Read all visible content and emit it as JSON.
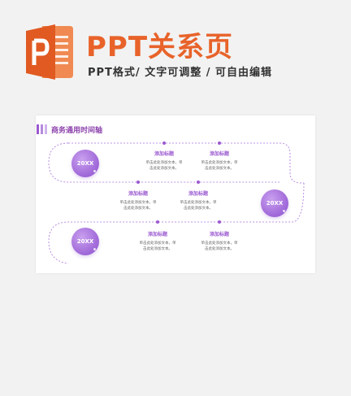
{
  "header": {
    "title": "PPT关系页",
    "subtitle": "PPT格式/ 文字可调整 / 可自由编辑",
    "logo_icon": "powerpoint-logo-icon",
    "colors": {
      "brand": "#e8632a",
      "subtitle": "#333333"
    }
  },
  "slide": {
    "title": "商务通用时间轴",
    "accent": "#9b59d0",
    "years": [
      {
        "label": "20XX"
      },
      {
        "label": "20XX"
      },
      {
        "label": "20XX"
      }
    ],
    "nodes": [
      {
        "title": "添加标题",
        "desc1": "单击此处添加文本，单",
        "desc2": "击此处添加文本。"
      },
      {
        "title": "添加标题",
        "desc1": "单击此处添加文本，单",
        "desc2": "击此处添加文本。"
      },
      {
        "title": "添加标题",
        "desc1": "单击此处添加文本，单",
        "desc2": "击此处添加文本。"
      },
      {
        "title": "添加标题",
        "desc1": "单击此处添加文本，单",
        "desc2": "击此处添加文本。"
      },
      {
        "title": "添加标题",
        "desc1": "单击此处添加文本，单",
        "desc2": "击此处添加文本。"
      },
      {
        "title": "添加标题",
        "desc1": "单击此处添加文本，单",
        "desc2": "击此处添加文本。"
      }
    ]
  }
}
